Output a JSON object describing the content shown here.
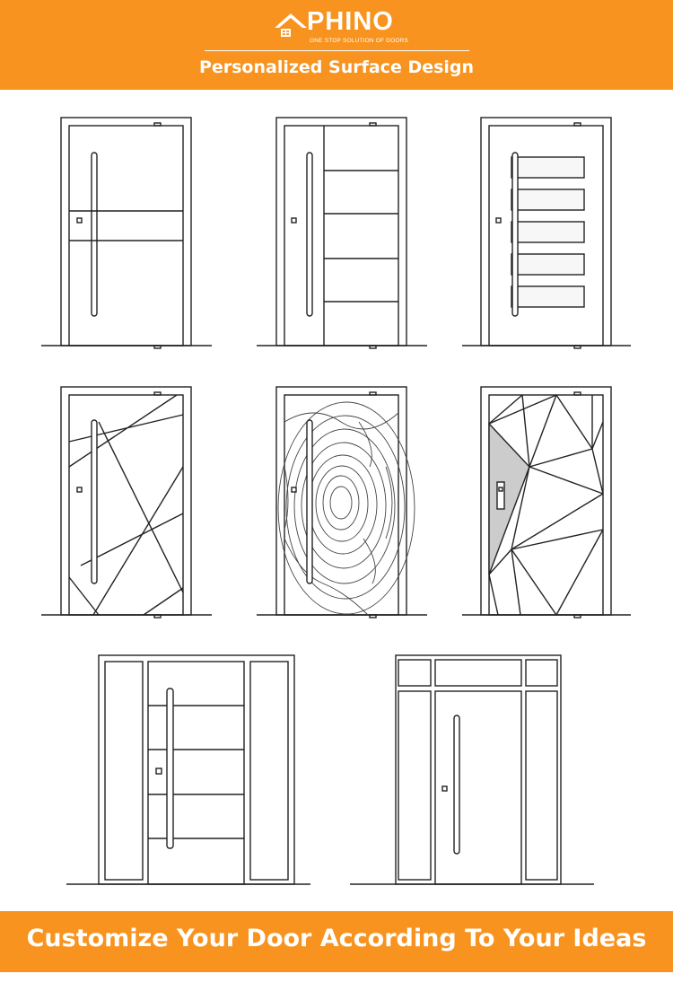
{
  "header": {
    "brand": "PHINO",
    "tagline": "ONE STOP SOLUTION OF DOORS",
    "subtitle": "Personalized Surface Design",
    "logo_icon": "house-window-icon"
  },
  "footer": {
    "slogan": "Customize Your Door According To Your Ideas"
  },
  "colors": {
    "accent": "#f7931e",
    "line": "#222222",
    "background": "#ffffff"
  }
}
